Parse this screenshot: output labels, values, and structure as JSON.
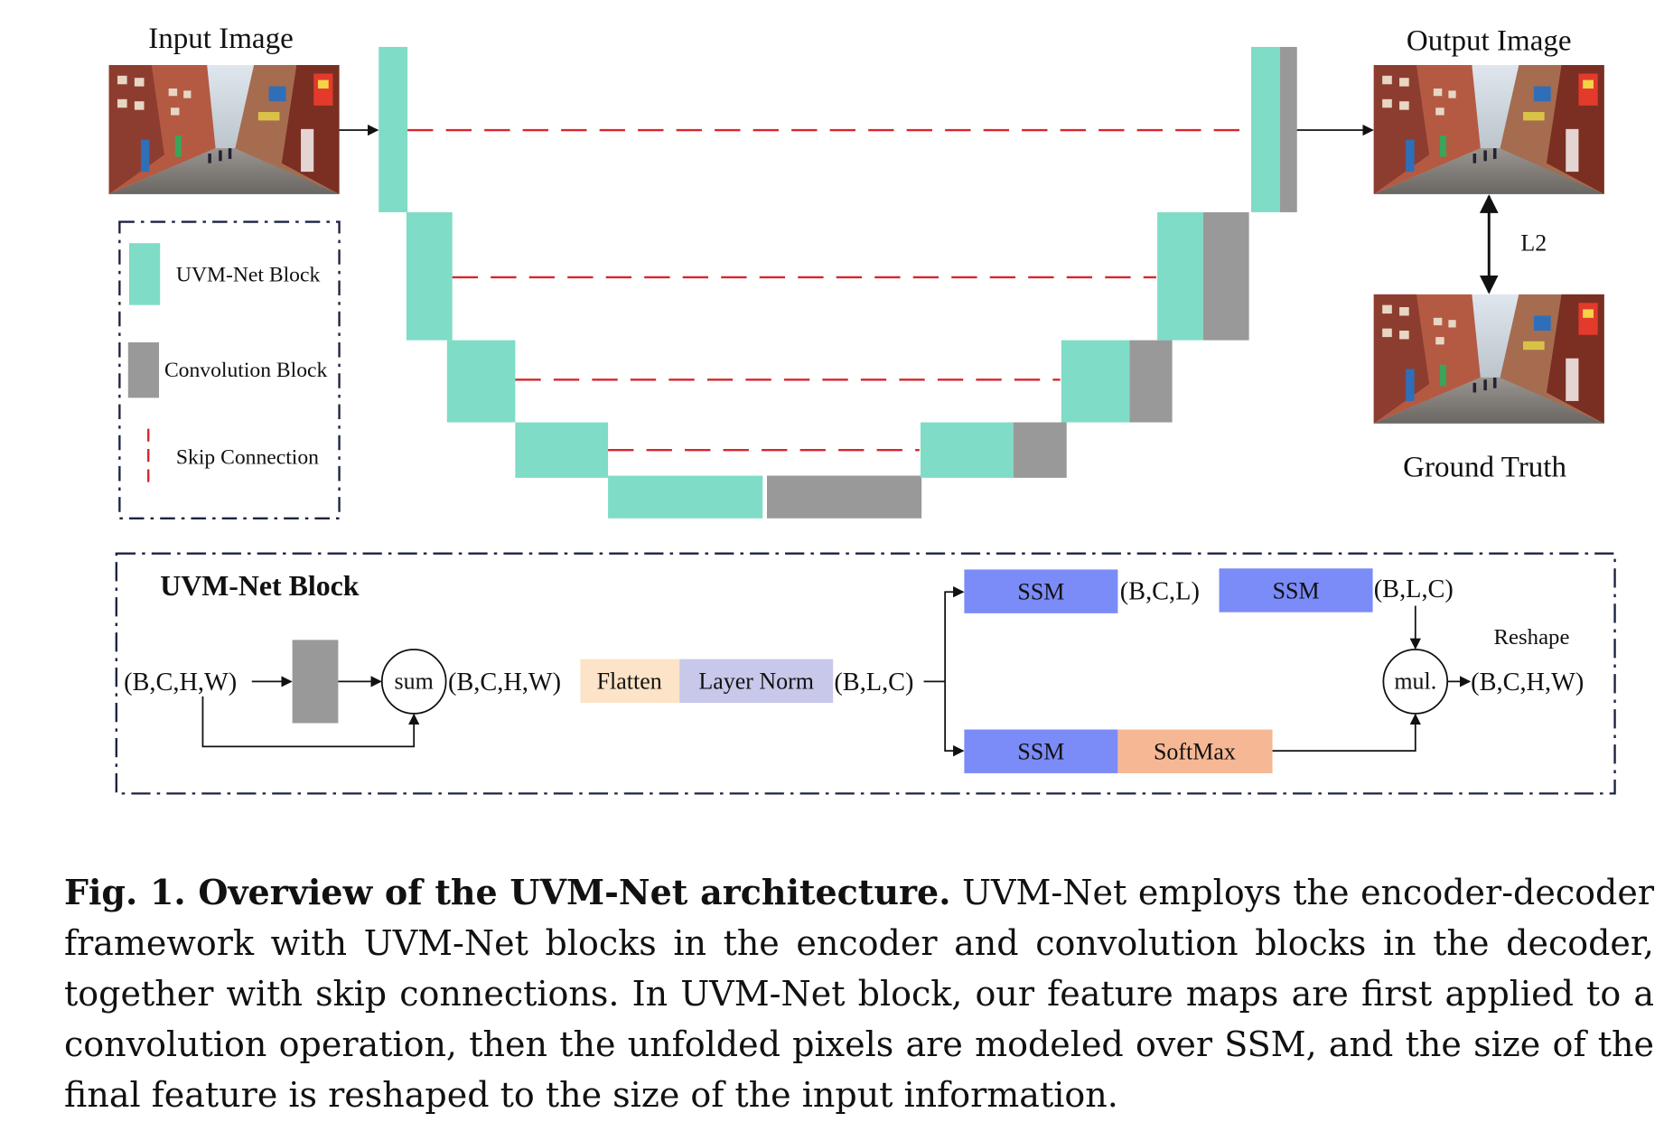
{
  "labels": {
    "input_image": "Input Image",
    "output_image": "Output Image",
    "ground_truth": "Ground Truth",
    "loss": "L2"
  },
  "legend": {
    "uvm_block": "UVM-Net Block",
    "conv_block": "Convolution Block",
    "skip": "Skip Connection"
  },
  "block_detail": {
    "title": "UVM-Net Block",
    "input_shape": "(B,C,H,W)",
    "sum": "sum",
    "after_sum_shape": "(B,C,H,W)",
    "flatten": "Flatten",
    "layer_norm": "Layer Norm",
    "seq_shape": "(B,L,C)",
    "ssm_1": "SSM",
    "bcl_shape": "(B,C,L)",
    "ssm_2": "SSM",
    "blc_shape": "(B,L,C)",
    "reshape": "Reshape",
    "mul": "mul.",
    "output_shape": "(B,C,H,W)",
    "ssm_3": "SSM",
    "softmax": "SoftMax"
  },
  "caption": {
    "bold": "Fig. 1. Overview of the UVM-Net architecture.",
    "text": " UVM-Net employs the encoder-decoder framework with UVM-Net blocks in the encoder and convolution blocks in the decoder, together with skip connections. In UVM-Net block, our feature maps are first applied to a convolution operation, then the unfolded pixels are modeled over SSM, and the size of the final feature is reshaped to the size of the input information."
  },
  "colors": {
    "uvm_block": "#7fdcc6",
    "conv_block": "#999999",
    "skip": "#d9242b",
    "ssm": "#7b8bf7",
    "softmax": "#f6b894",
    "flatten": "#fde3c7",
    "layer_norm": "#c8c8ea",
    "frame": "#1c2340"
  }
}
